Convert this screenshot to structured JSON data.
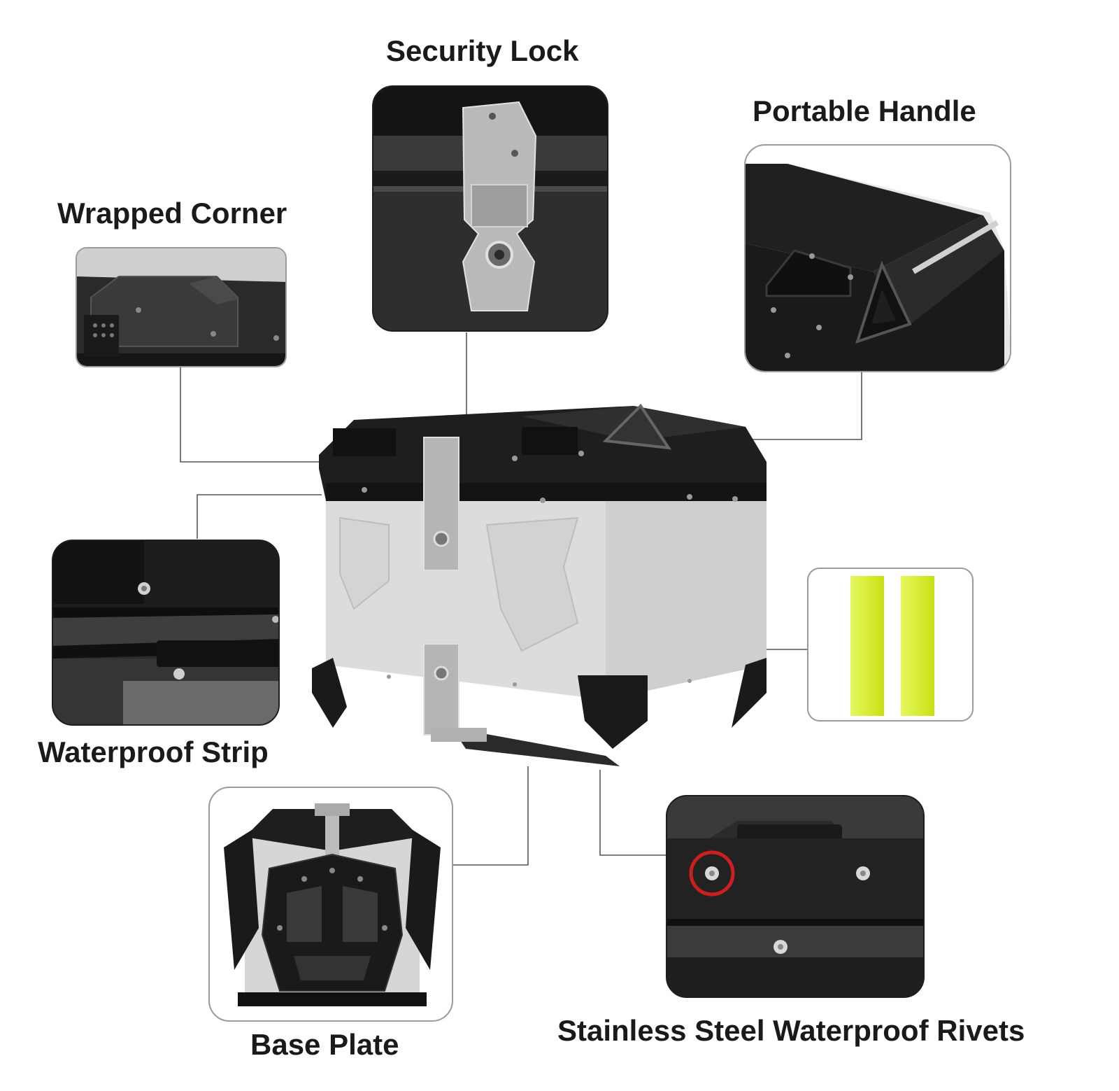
{
  "labels": {
    "security_lock": "Security Lock",
    "portable_handle": "Portable Handle",
    "wrapped_corner": "Wrapped Corner",
    "waterproof_strip": "Waterproof Strip",
    "base_plate": "Base Plate",
    "rivets": "Stainless Steel Waterproof Rivets"
  },
  "colors": {
    "reflector": "#d9f51a",
    "highlight_circle": "#cc1f1f",
    "box_silver": "#dcdcdc",
    "box_black": "#1c1c1c"
  }
}
